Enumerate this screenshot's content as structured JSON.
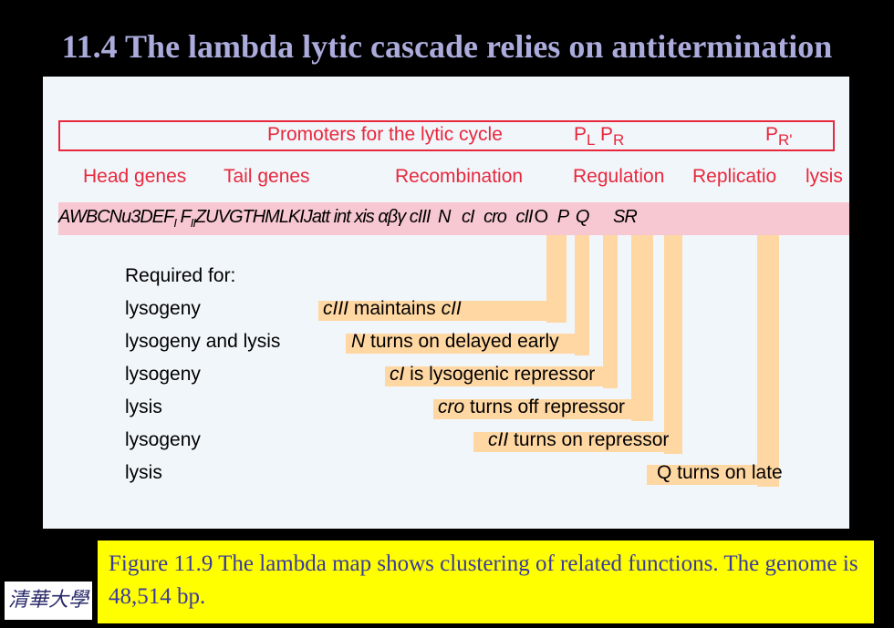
{
  "title": "11.4 The lambda lytic cascade relies on antitermination",
  "promoter_label": "Promoters for the lytic cycle",
  "promoters": [
    {
      "base": "P",
      "sub": "L"
    },
    {
      "base": "P",
      "sub": "R"
    },
    {
      "base": "P",
      "sub": "R'"
    }
  ],
  "regions": {
    "head": "Head genes",
    "tail": "Tail genes",
    "recombination": "Recombination",
    "regulation": "Regulation",
    "replication": "Replicatio",
    "lysis": "lysis"
  },
  "map": {
    "genes_left": "AWBCNu3DEF",
    "sub_i": "I",
    "f_ii": "F",
    "sub_ii": "II",
    "genes_mid": "ZUVGTHMLKIJ",
    "att_int_xis": "att int xis",
    "greek": "αβγ",
    "cIII": "cIII",
    "N": "N",
    "cI": "cI",
    "cro": "cro",
    "cII": "cII",
    "O": "O",
    "P": "P",
    "Q": "Q",
    "SR": "SR"
  },
  "required_header": "Required for:",
  "rows": [
    {
      "req": "lysogeny",
      "gene": "cIII",
      "text": " maintains ",
      "gene2": "cII"
    },
    {
      "req": "lysogeny and lysis",
      "gene": "N",
      "text": " turns on delayed early"
    },
    {
      "req": "lysogeny",
      "gene": "cI",
      "text": " is lysogenic repressor"
    },
    {
      "req": "lysis",
      "gene": "cro",
      "text": " turns off repressor"
    },
    {
      "req": "lysogeny",
      "gene": "cII",
      "text": " turns on repressor"
    },
    {
      "req": "lysis",
      "text": "Q turns on late"
    }
  ],
  "caption": "Figure 11.9 The lambda map shows clustering of related functions. The genome is 48,514 bp.",
  "logo_text": "清華大學",
  "colors": {
    "background": "#000000",
    "title": "#ababdc",
    "panel": "#f1f6fb",
    "promoter_red": "#e8283c",
    "map_band": "#f7c7d2",
    "bar": "#ffd7a3",
    "caption_bg": "#ffff00",
    "caption_text": "#3a3aa0"
  }
}
